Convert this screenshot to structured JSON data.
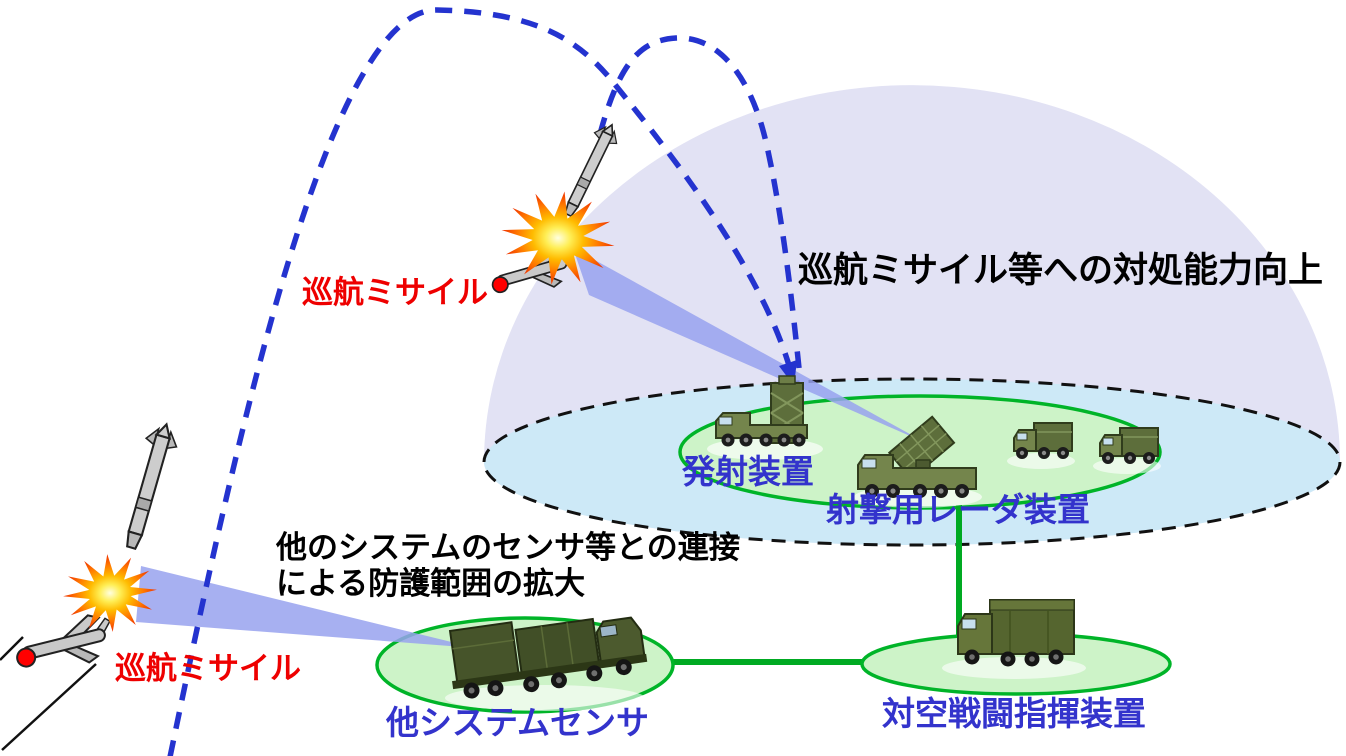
{
  "annotations": {
    "capability_improvement": "巡航ミサイル等への対処能力向上",
    "range_expansion_line1": "他のシステムのセンサ等との連接",
    "range_expansion_line2": "による防護範囲の拡大"
  },
  "threats": {
    "cruise_missile_upper": "巡航ミサイル",
    "cruise_missile_lower": "巡航ミサイル"
  },
  "units": {
    "launcher": "発射装置",
    "fire_control_radar": "射撃用レーダ装置",
    "other_system_sensor": "他システムセンサ",
    "air_defense_command": "対空戦闘指揮装置"
  },
  "links": [
    {
      "from": "other_system_sensor",
      "to": "air_defense_command"
    },
    {
      "from": "fire_control_radar",
      "to": "air_defense_command"
    }
  ],
  "colors": {
    "trajectory_blue": "#2433cf",
    "beam_periwinkle": "#98a2ee",
    "dome_lavender": "#e2e2f4",
    "coverage_base_blue": "#cde9f7",
    "site_green_fill": "#cdf3c8",
    "site_green_stroke": "#00b428",
    "link_green": "#00aa22",
    "threat_label_red": "#ee0000",
    "unit_label_blue": "#3333cc",
    "heading_black": "#000000"
  }
}
